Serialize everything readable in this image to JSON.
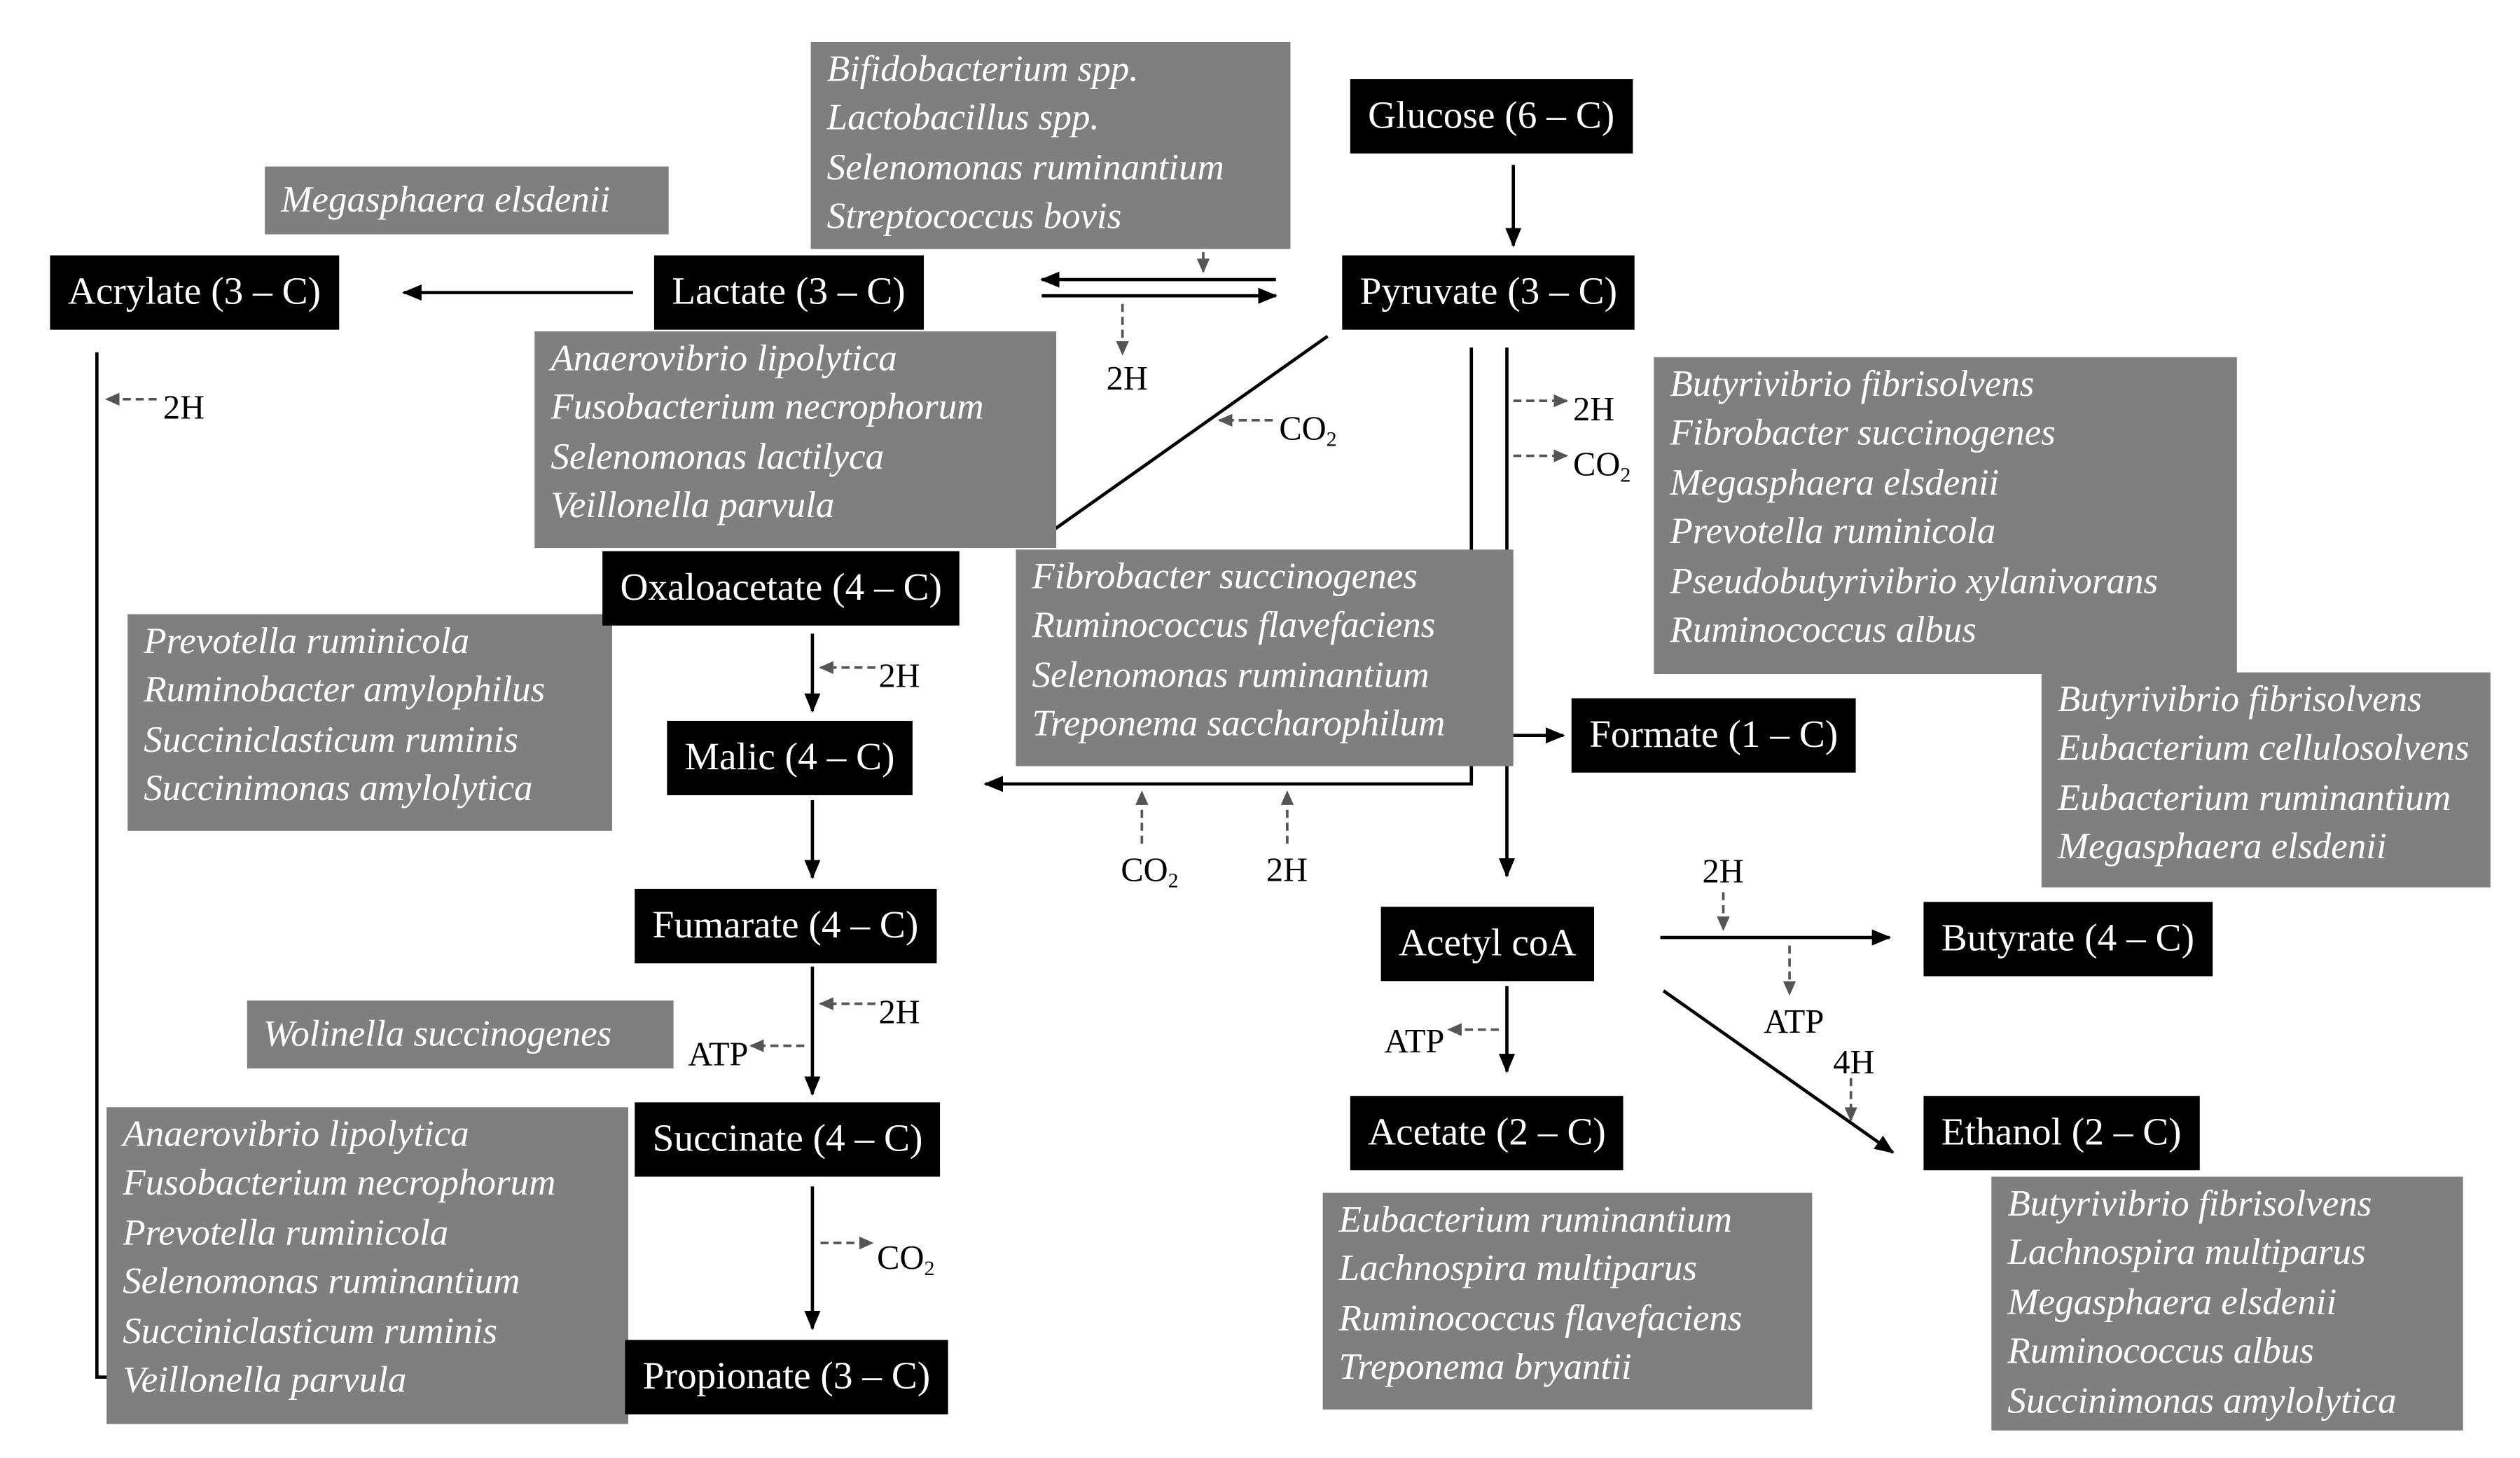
{
  "nodes": {
    "glucose": "Glucose (6 – C)",
    "pyruvate": "Pyruvate (3 – C)",
    "lactate": "Lactate (3 – C)",
    "acrylate": "Acrylate (3 – C)",
    "oxaloacetate": "Oxaloacetate (4 – C)",
    "malic": "Malic (4 – C)",
    "fumarate": "Fumarate (4 – C)",
    "succinate": "Succinate (4 – C)",
    "propionate": "Propionate (3 – C)",
    "formate": "Formate (1 – C)",
    "acetyl_coa": "Acetyl coA",
    "butyrate": "Butyrate (4 – C)",
    "ethanol": "Ethanol (2 – C)",
    "acetate": "Acetate (2 – C)"
  },
  "organisms": {
    "lactate_pyruvate": [
      "Bifidobacterium spp.",
      "Lactobacillus spp.",
      "Selenomonas ruminantium",
      "Streptococcus bovis"
    ],
    "acrylate": [
      "Megasphaera elsdenii"
    ],
    "oxaloacetate": [
      "Anaerovibrio lipolytica",
      "Fusobacterium necrophorum",
      "Selenomonas lactilyca",
      "Veillonella parvula"
    ],
    "malic": [
      "Prevotella ruminicola",
      "Ruminobacter amylophilus",
      "Succiniclasticum ruminis",
      "Succinimonas amylolytica"
    ],
    "formate": [
      "Fibrobacter succinogenes",
      "Ruminococcus flavefaciens",
      "Selenomonas ruminantium",
      "Treponema saccharophilum"
    ],
    "pyruvate_acetylcoa": [
      "Butyrivibrio fibrisolvens",
      "Fibrobacter succinogenes",
      "Megasphaera elsdenii",
      "Prevotella ruminicola",
      "Pseudobutyrivibrio xylanivorans",
      "Ruminococcus albus"
    ],
    "butyrate": [
      "Butyrivibrio fibrisolvens",
      "Eubacterium cellulosolvens",
      "Eubacterium ruminantium",
      "Megasphaera elsdenii"
    ],
    "succinate": [
      "Wolinella succinogenes"
    ],
    "propionate": [
      "Anaerovibrio lipolytica",
      "Fusobacterium necrophorum",
      "Prevotella ruminicola",
      "Selenomonas ruminantium",
      "Succiniclasticum ruminis",
      "Veillonella parvula"
    ],
    "acetate": [
      "Eubacterium ruminantium",
      "Lachnospira multiparus",
      "Ruminococcus flavefaciens",
      "Treponema bryantii"
    ],
    "ethanol": [
      "Butyrivibrio fibrisolvens",
      "Lachnospira multiparus",
      "Megasphaera elsdenii",
      "Ruminococcus albus",
      "Succinimonas amylolytica"
    ]
  },
  "labels": {
    "h2": "2H",
    "h4": "4H",
    "co2_base": "CO",
    "co2_sub": "2",
    "atp": "ATP"
  },
  "colors": {
    "node_bg": "#000000",
    "organism_bg": "#7f7f7f",
    "text_light": "#ffffff",
    "dashed_arrow": "#555555"
  }
}
